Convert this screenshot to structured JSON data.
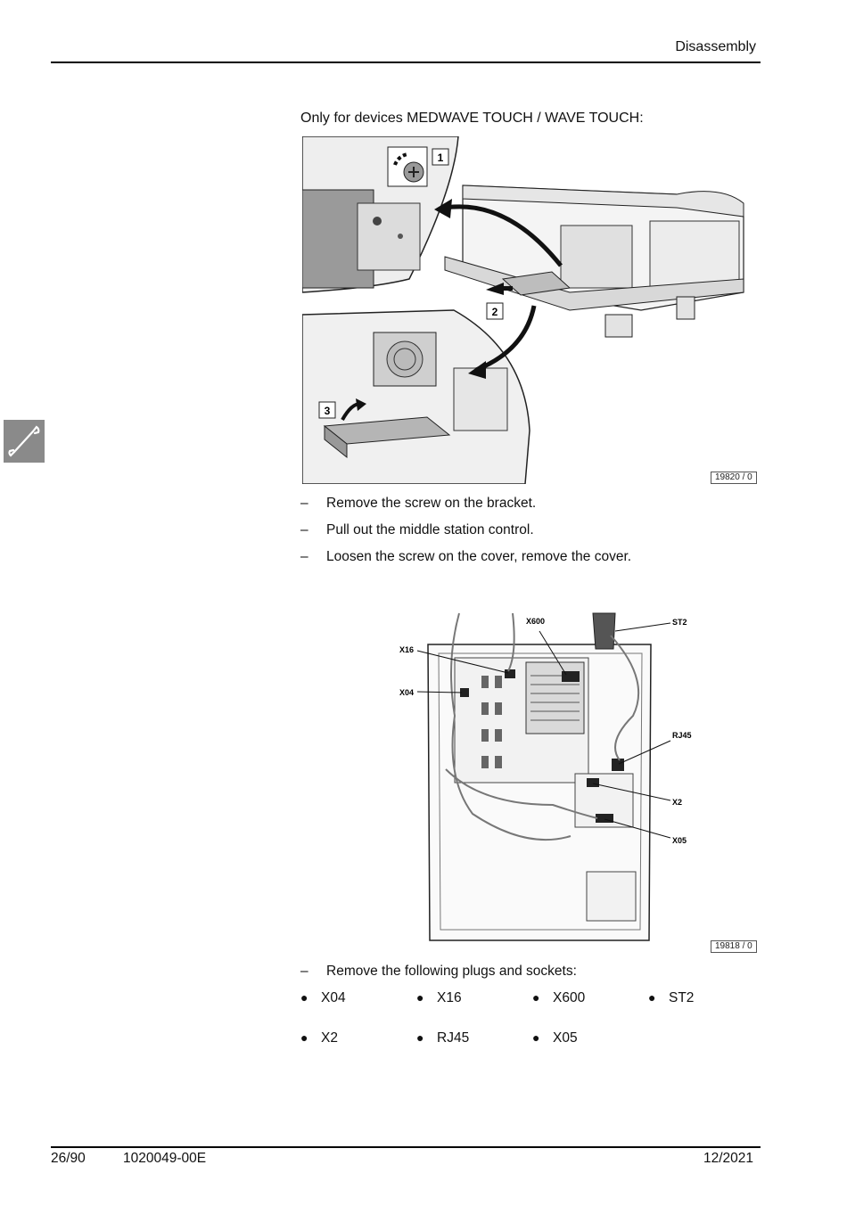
{
  "header": {
    "section": "Disassembly"
  },
  "intro": "Only for devices MEDWAVE TOUCH / WAVE TOUCH:",
  "figure1": {
    "id": "19820 / 0",
    "steps": [
      "1",
      "2",
      "3"
    ]
  },
  "steps": [
    {
      "dash": "–",
      "text": "Remove the screw on the bracket."
    },
    {
      "dash": "–",
      "text": "Pull out the middle station control."
    },
    {
      "dash": "–",
      "text": "Loosen the screw on the cover, remove the cover."
    }
  ],
  "figure2": {
    "id": "19818 / 0",
    "labels": {
      "x600": "X600",
      "st2": "ST2",
      "x16": "X16",
      "x04": "X04",
      "rj45": "RJ45",
      "x2": "X2",
      "x05": "X05"
    }
  },
  "instruction": {
    "dash": "–",
    "text": "Remove the following plugs and sockets:"
  },
  "plugs": [
    "X04",
    "X16",
    "X600",
    "ST2",
    "X2",
    "RJ45",
    "X05"
  ],
  "bullet_symbol": "●",
  "footer": {
    "page": "26/90",
    "doc": "1020049-00E",
    "date": "12/2021"
  },
  "icons": {
    "side_tab": "wrench-icon"
  }
}
